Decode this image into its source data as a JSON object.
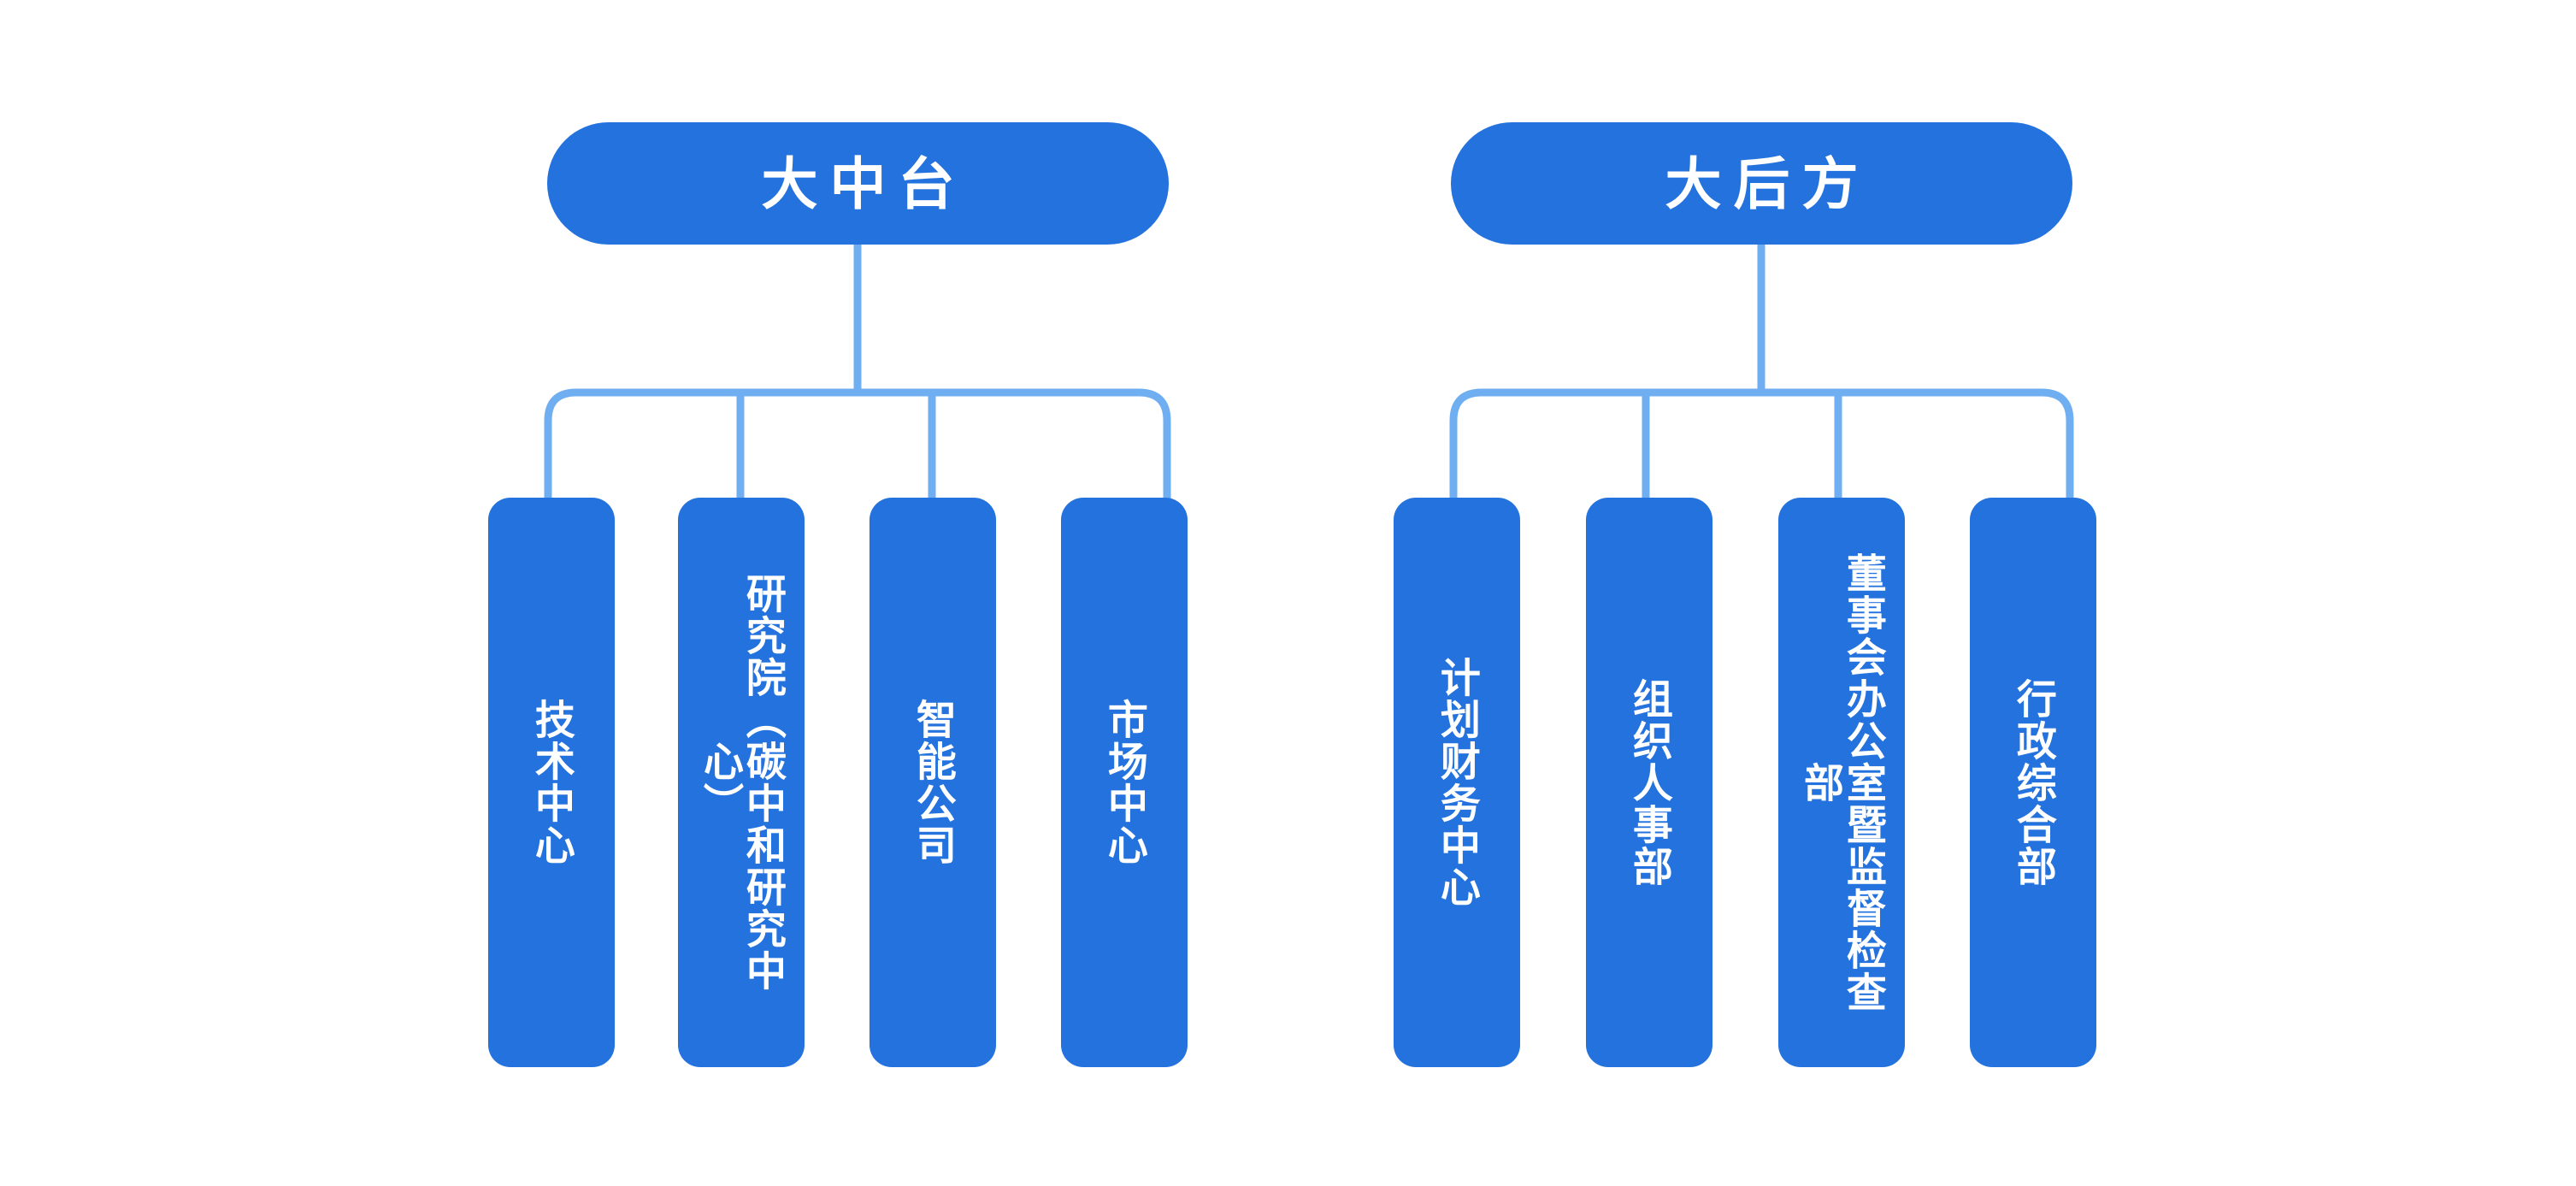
{
  "diagram": {
    "type": "organization-chart",
    "orientation": "top-down",
    "colors": {
      "node_fill": "#2472DE",
      "node_text": "#FFFFFF",
      "connector": "#6FAEF0",
      "background": "#FFFFFF"
    },
    "groups": [
      {
        "id": "group-zhongtai",
        "root": {
          "label": "大中台"
        },
        "children": [
          {
            "label": "技术中心"
          },
          {
            "label": "研究院（碳中和研究中心）"
          },
          {
            "label": "智能公司"
          },
          {
            "label": "市场中心"
          }
        ]
      },
      {
        "id": "group-houfang",
        "root": {
          "label": "大后方"
        },
        "children": [
          {
            "label": "计划财务中心"
          },
          {
            "label": "组织人事部"
          },
          {
            "label": "董事会办公室暨监督检查部"
          },
          {
            "label": "行政综合部"
          }
        ]
      }
    ]
  }
}
